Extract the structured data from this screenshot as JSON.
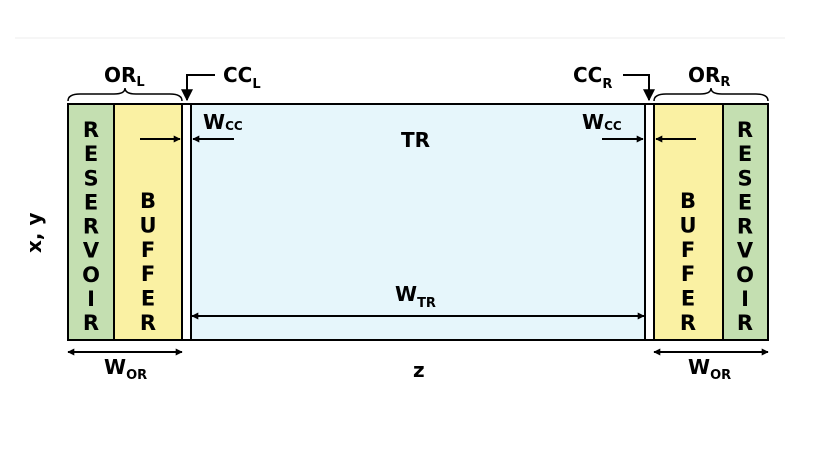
{
  "colors": {
    "reservoir": "#c4dfb1",
    "buffer": "#faf1a3",
    "transport_region": "#e6f6fb",
    "outline": "#000000"
  },
  "labels": {
    "reservoir": "RESERVOIR",
    "buffer": "BUFFER",
    "tr": "TR",
    "or_left": {
      "main": "OR",
      "sub": "L"
    },
    "or_right": {
      "main": "OR",
      "sub": "R"
    },
    "cc_left": {
      "main": "CC",
      "sub": "L"
    },
    "cc_right": {
      "main": "CC",
      "sub": "R"
    },
    "w_cc_left": {
      "main": "W",
      "sub": "CC"
    },
    "w_cc_right": {
      "main": "W",
      "sub": "CC"
    },
    "w_tr": {
      "main": "W",
      "sub": "TR"
    },
    "w_or_left": {
      "main": "W",
      "sub": "OR"
    },
    "w_or_right": {
      "main": "W",
      "sub": "OR"
    },
    "axis_xy": "x, y",
    "axis_z": "z"
  }
}
